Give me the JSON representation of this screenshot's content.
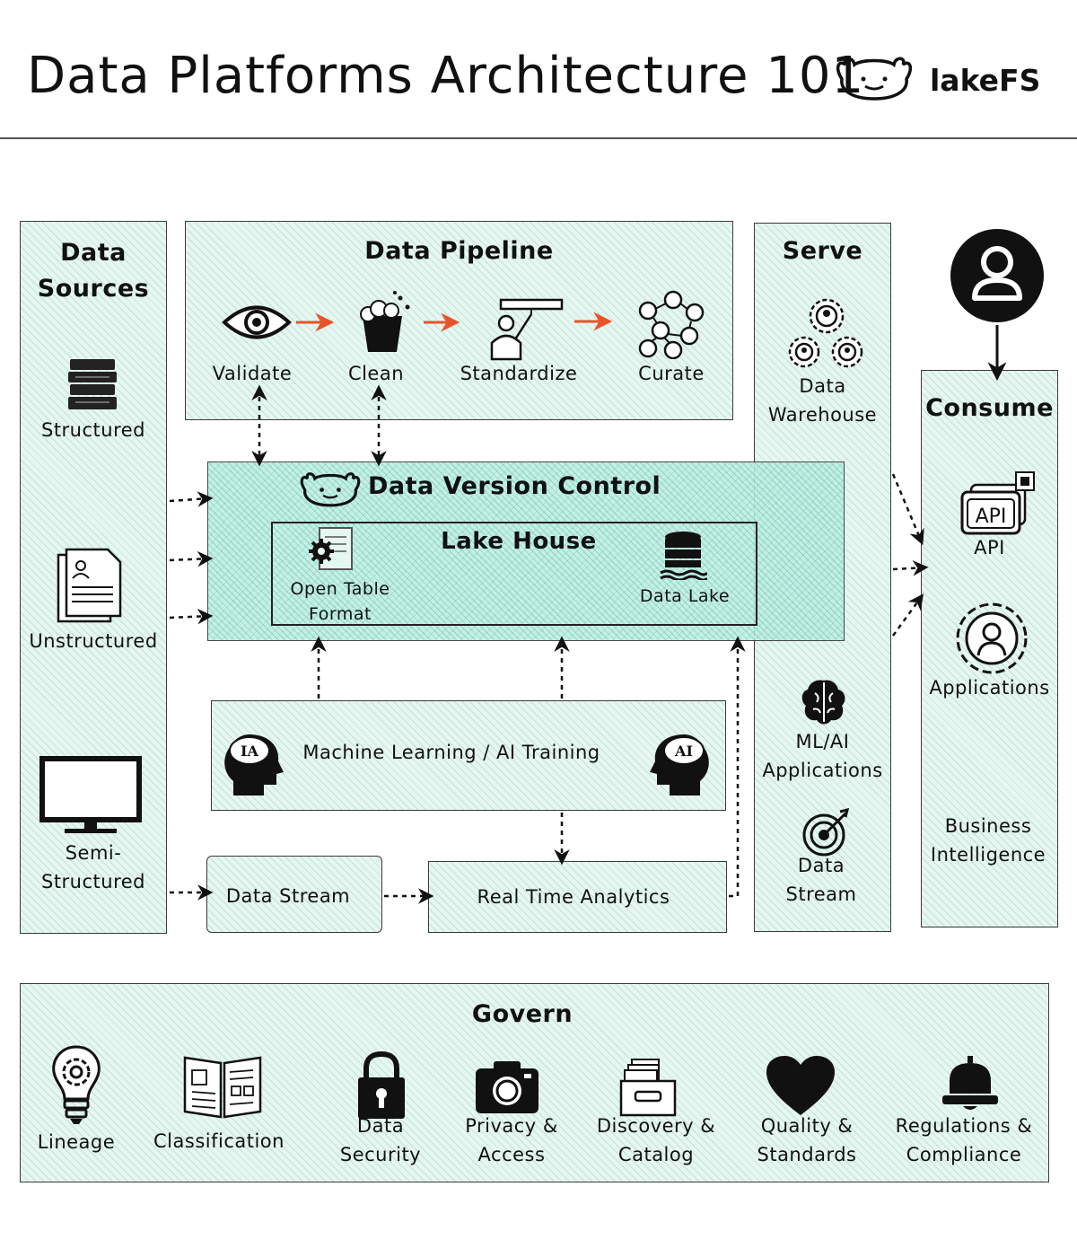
{
  "header": {
    "title": "Data Platforms Architecture 101",
    "brand": "lakeFS"
  },
  "sources": {
    "title_line1": "Data",
    "title_line2": "Sources",
    "structured": "Structured",
    "unstructured": "Unstructured",
    "semi_line1": "Semi-",
    "semi_line2": "Structured"
  },
  "pipeline": {
    "title": "Data Pipeline",
    "steps": [
      "Validate",
      "Clean",
      "Standardize",
      "Curate"
    ]
  },
  "dvc": {
    "title": "Data Version Control"
  },
  "lakehouse": {
    "title": "Lake House",
    "otf_line1": "Open Table",
    "otf_line2": "Format",
    "data_lake": "Data Lake"
  },
  "ml": {
    "label": "Machine Learning / AI Training",
    "left_badge": "IA",
    "right_badge": "AI"
  },
  "stream": {
    "data_stream": "Data Stream",
    "rta": "Real Time Analytics"
  },
  "serve": {
    "title": "Serve",
    "dw_line1": "Data",
    "dw_line2": "Warehouse",
    "mlai_line1": "ML/AI",
    "mlai_line2": "Applications",
    "ds_line1": "Data",
    "ds_line2": "Stream"
  },
  "consume": {
    "title": "Consume",
    "api_icon_text": "API",
    "api": "API",
    "applications": "Applications",
    "bi_line1": "Business",
    "bi_line2": "Intelligence"
  },
  "govern": {
    "title": "Govern",
    "lineage": "Lineage",
    "classification": "Classification",
    "security_line1": "Data",
    "security_line2": "Security",
    "privacy_line1": "Privacy &",
    "privacy_line2": "Access",
    "discovery_line1": "Discovery &",
    "discovery_line2": "Catalog",
    "quality_line1": "Quality &",
    "quality_line2": "Standards",
    "regulations_line1": "Regulations &",
    "regulations_line2": "Compliance"
  },
  "colors": {
    "accent_arrow": "#e8542a",
    "panel_fill": "#e6f6f1",
    "dvc_fill": "#bfeee2",
    "ink": "#111111"
  }
}
